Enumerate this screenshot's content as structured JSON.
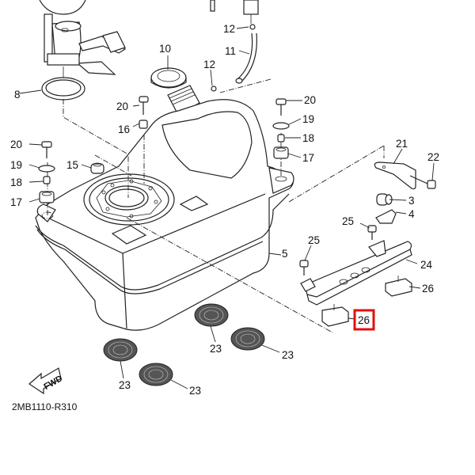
{
  "diagram": {
    "title": "Fuel tank exploded view",
    "code": "2MB1110-R310",
    "fwd_label": "FWD",
    "highlight_color": "#e01010",
    "highlighted_callout": "26",
    "callouts": [
      {
        "id": "c8",
        "text": "8"
      },
      {
        "id": "c10",
        "text": "10"
      },
      {
        "id": "c12a",
        "text": "12"
      },
      {
        "id": "c11",
        "text": "11"
      },
      {
        "id": "c12b",
        "text": "12"
      },
      {
        "id": "c20a",
        "text": "20"
      },
      {
        "id": "c16",
        "text": "16"
      },
      {
        "id": "c20b",
        "text": "20"
      },
      {
        "id": "c19a",
        "text": "19"
      },
      {
        "id": "c18a",
        "text": "18"
      },
      {
        "id": "c17a",
        "text": "17"
      },
      {
        "id": "c15",
        "text": "15"
      },
      {
        "id": "c20c",
        "text": "20"
      },
      {
        "id": "c19b",
        "text": "19"
      },
      {
        "id": "c18b",
        "text": "18"
      },
      {
        "id": "c17b",
        "text": "17"
      },
      {
        "id": "c21",
        "text": "21"
      },
      {
        "id": "c22",
        "text": "22"
      },
      {
        "id": "c3",
        "text": "3"
      },
      {
        "id": "c4",
        "text": "4"
      },
      {
        "id": "c25a",
        "text": "25"
      },
      {
        "id": "c25b",
        "text": "25"
      },
      {
        "id": "c5",
        "text": "5"
      },
      {
        "id": "c24",
        "text": "24"
      },
      {
        "id": "c26a",
        "text": "26"
      },
      {
        "id": "c26b",
        "text": "26"
      },
      {
        "id": "c23a",
        "text": "23"
      },
      {
        "id": "c23b",
        "text": "23"
      },
      {
        "id": "c23c",
        "text": "23"
      },
      {
        "id": "c23d",
        "text": "23"
      }
    ]
  }
}
